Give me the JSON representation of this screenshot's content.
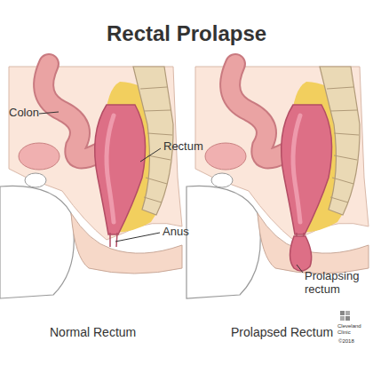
{
  "diagram": {
    "title": "Rectal Prolapse",
    "labels": [
      "Colon",
      "Rectum",
      "Anus",
      "Normal Rectum",
      "Prolapsed Rectum",
      "Prolapsing rectum",
      "Cleveland Clinic",
      "©2018"
    ]
  }
}
